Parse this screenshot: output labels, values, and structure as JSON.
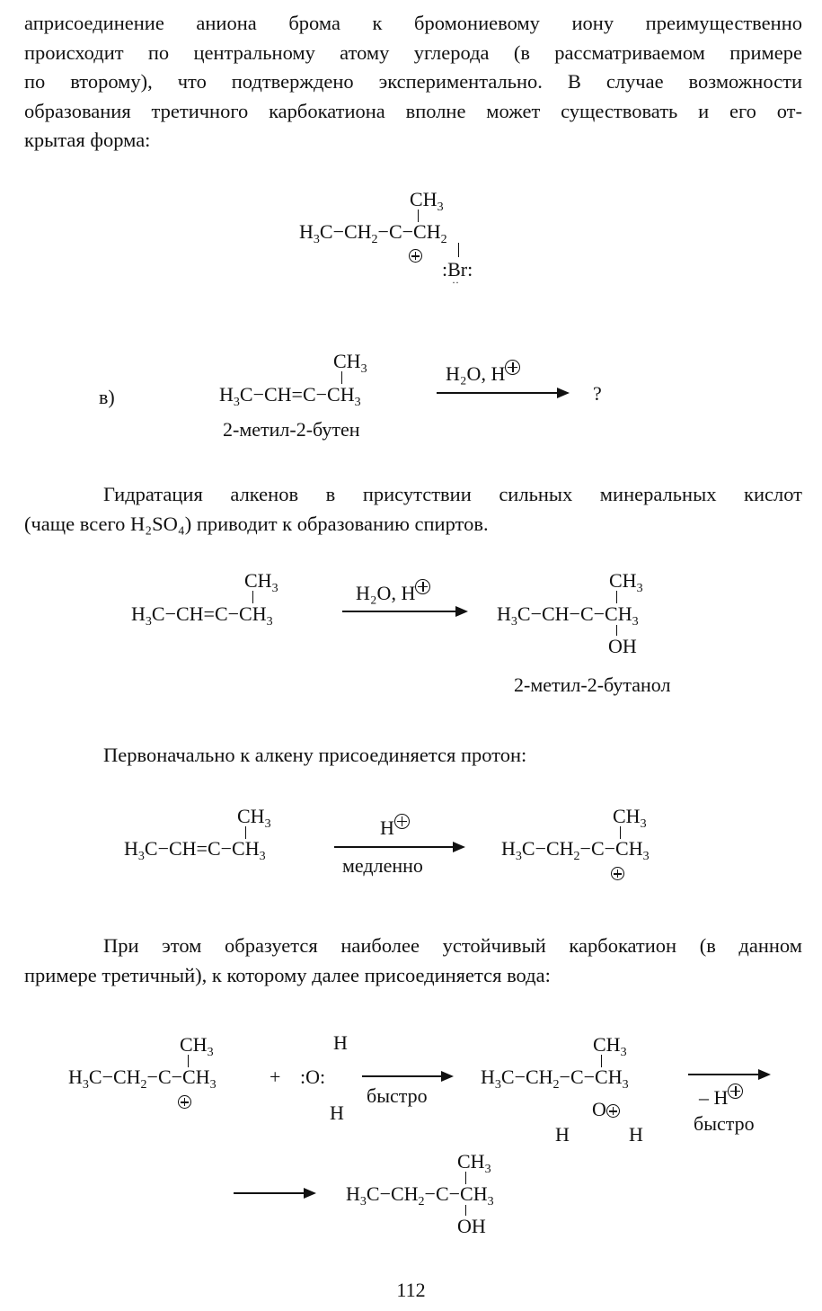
{
  "paragraphs": {
    "p1_lines": [
      "априсоединение аниона брома к бромониевому иону преимущественно",
      "происходит по центральному атому углерода (в рассматриваемом примере",
      "по второму), что подтверждено экспериментально. В случае возможности",
      "образования третичного карбокатиона вполне может существовать и его от-",
      "крытая форма:"
    ],
    "p2_lines": [
      "Гидратация алкенов в присутствии сильных минеральных кислот",
      "(чаще всего H₂SO₄) приводит к образованию спиртов."
    ],
    "p3": "Первоначально к алкену присоединяется протон:",
    "p4_lines": [
      "При этом образуется наиболее устойчивый карбокатион (в данном",
      "примере третичный), к которому далее присоединяется вода:"
    ]
  },
  "labels": {
    "item_v": "в)",
    "question": "?",
    "name_butene": "2-метил-2-бутен",
    "name_butanol": "2-метил-2-бутанол",
    "slowly": "медленно",
    "fast1": "быстро",
    "fast2": "быстро",
    "reagent_water": "H₂O, H",
    "reagent_h": "H",
    "minus_h": "– H",
    "br": ":Br:"
  },
  "page_number": "112"
}
